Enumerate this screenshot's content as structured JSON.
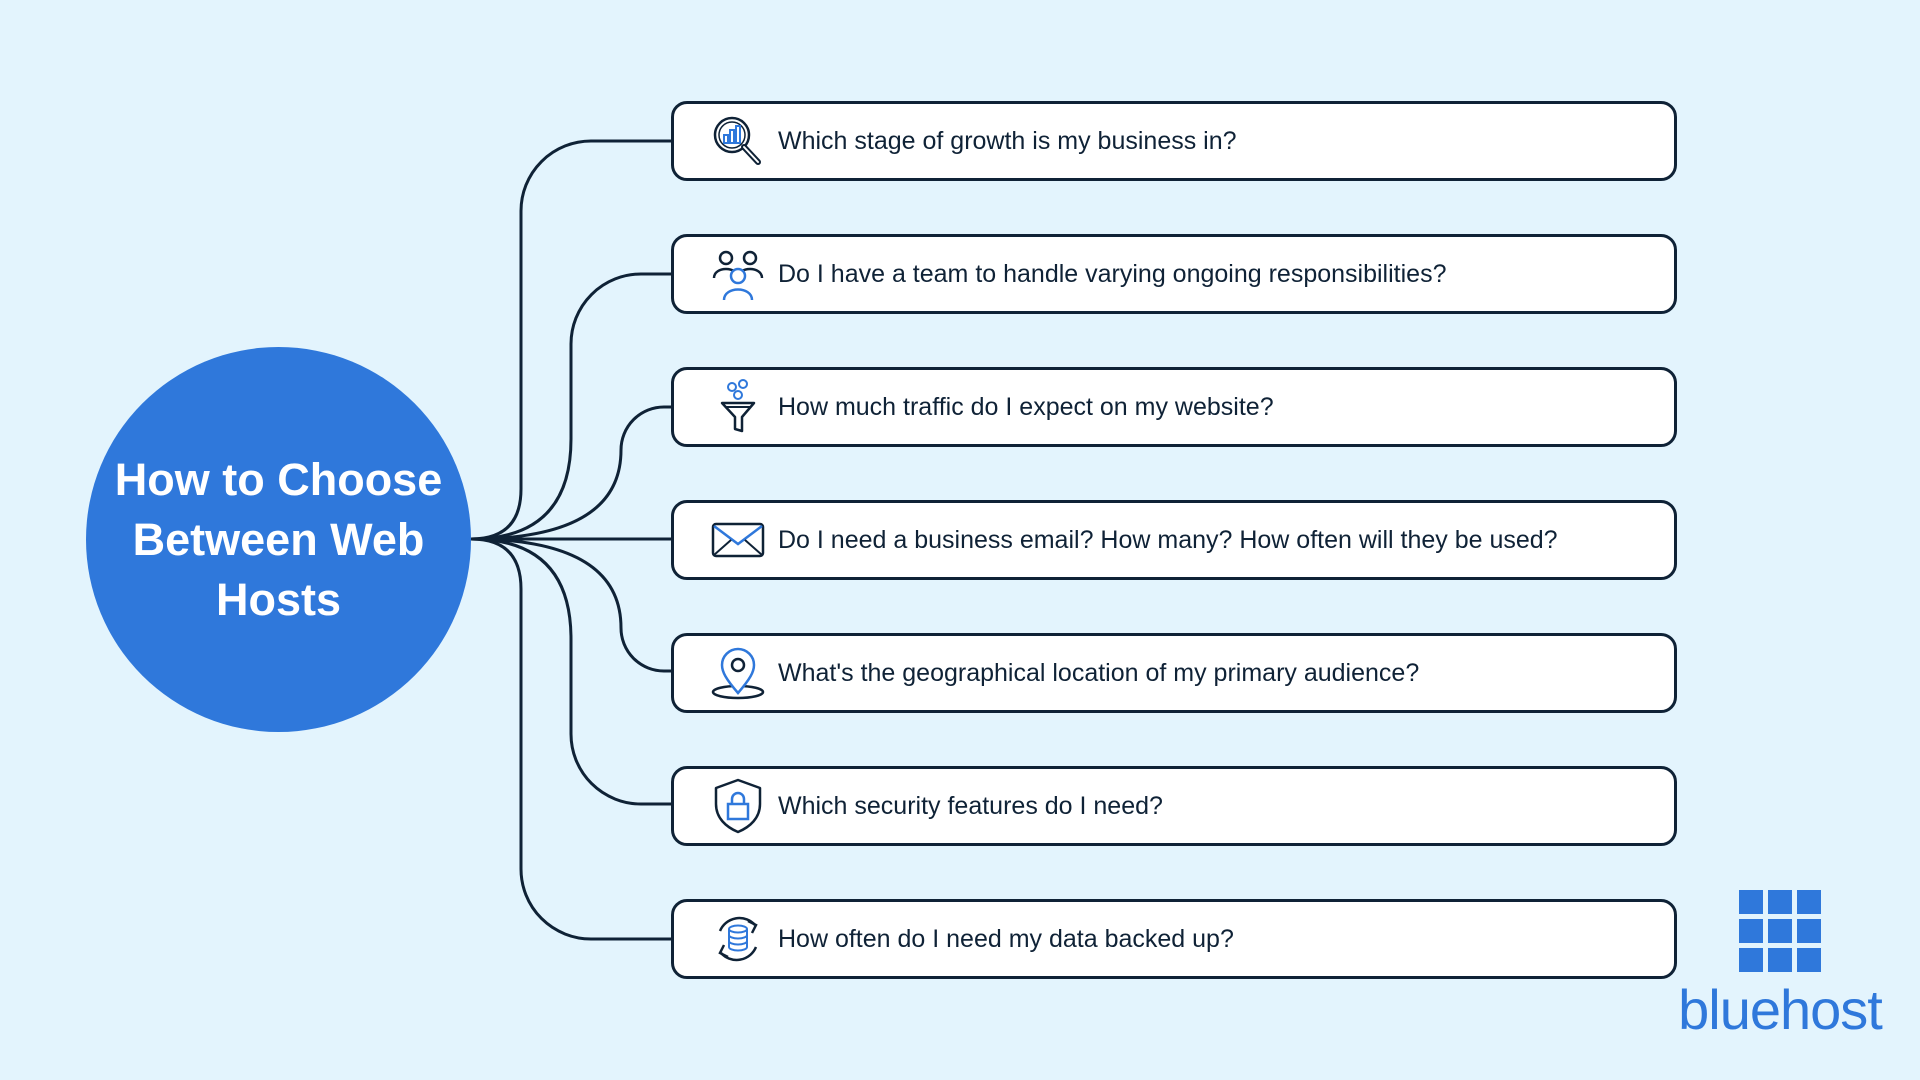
{
  "hub": {
    "title": "How to Choose Between Web Hosts"
  },
  "questions": [
    {
      "icon": "growth-chart-magnifier-icon",
      "text": "Which stage of growth is my business in?"
    },
    {
      "icon": "team-people-icon",
      "text": "Do I have a team to handle varying ongoing responsibilities?"
    },
    {
      "icon": "traffic-funnel-icon",
      "text": "How much traffic do I expect on my website?"
    },
    {
      "icon": "email-envelope-icon",
      "text": "Do I need a business email? How many? How often will they be used?"
    },
    {
      "icon": "location-pin-icon",
      "text": "What's the geographical location of my primary audience?"
    },
    {
      "icon": "security-shield-lock-icon",
      "text": "Which security features do I need?"
    },
    {
      "icon": "database-backup-icon",
      "text": "How often do I need my data backed up?"
    }
  ],
  "logo": {
    "text": "bluehost"
  },
  "colors": {
    "background": "#e3f4fd",
    "hub": "#2f78db",
    "line": "#0f2236",
    "accent": "#2f78db"
  }
}
